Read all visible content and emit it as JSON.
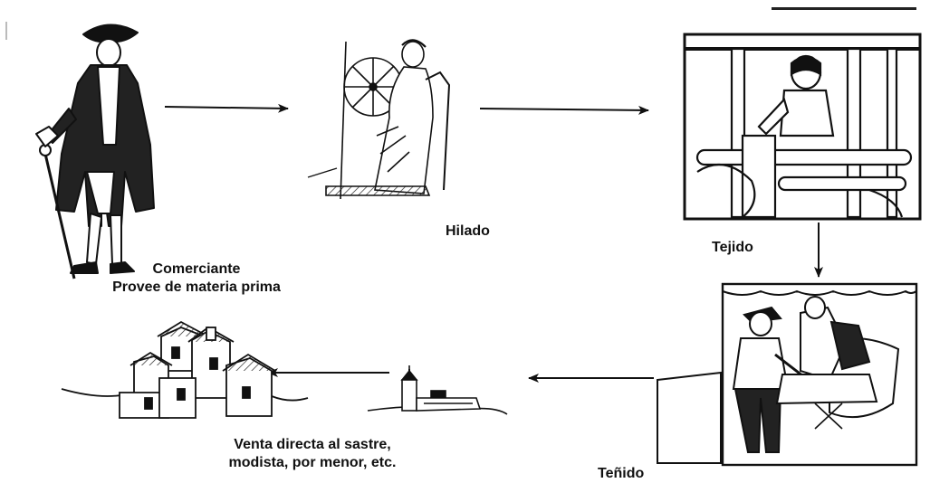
{
  "diagram": {
    "steps": [
      {
        "id": "comerciante",
        "line1": "Comerciante",
        "line2": "Provee de materia prima"
      },
      {
        "id": "hilado",
        "label": "Hilado"
      },
      {
        "id": "tejido",
        "label": "Tejido"
      },
      {
        "id": "tenido",
        "label": "Teñido"
      },
      {
        "id": "venta",
        "line1": "Venta directa al sastre,",
        "line2": "modista, por menor, etc."
      }
    ]
  }
}
